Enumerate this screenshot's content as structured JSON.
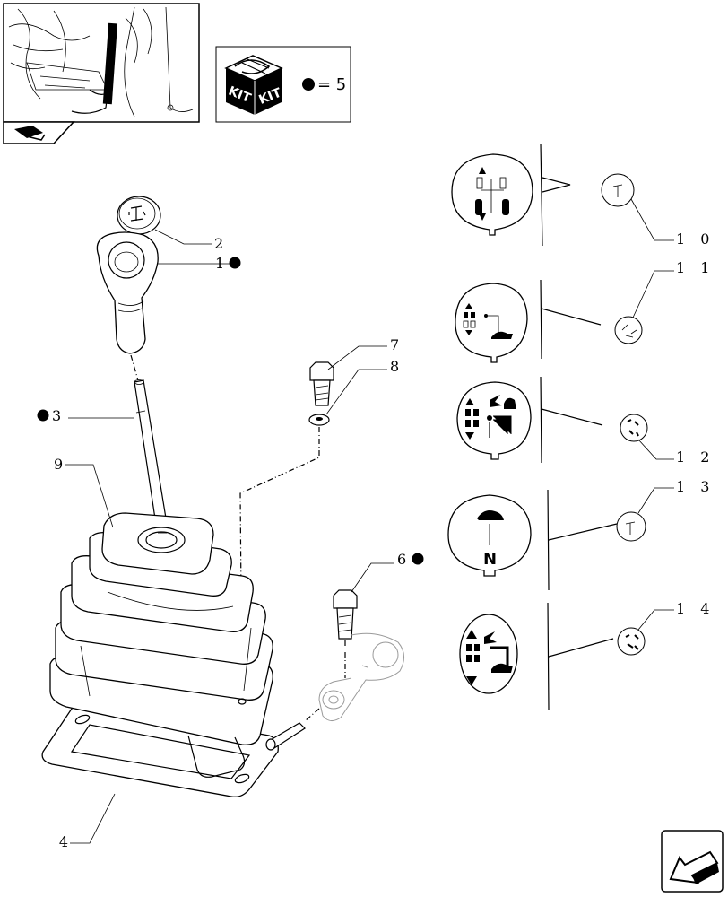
{
  "kit_box": {
    "kit_label_left": "KIT",
    "kit_label_right": "KIT",
    "equals_text": "= 5"
  },
  "callouts": {
    "c1": "1",
    "c2": "2",
    "c3": "3",
    "c4": "4",
    "c6": "6",
    "c7": "7",
    "c8": "8",
    "c9": "9",
    "c10": "1 0",
    "c11": "1 1",
    "c12": "1 2",
    "c13": "1 3",
    "c14": "1 4"
  },
  "decals": {
    "neutral_letter": "N"
  }
}
